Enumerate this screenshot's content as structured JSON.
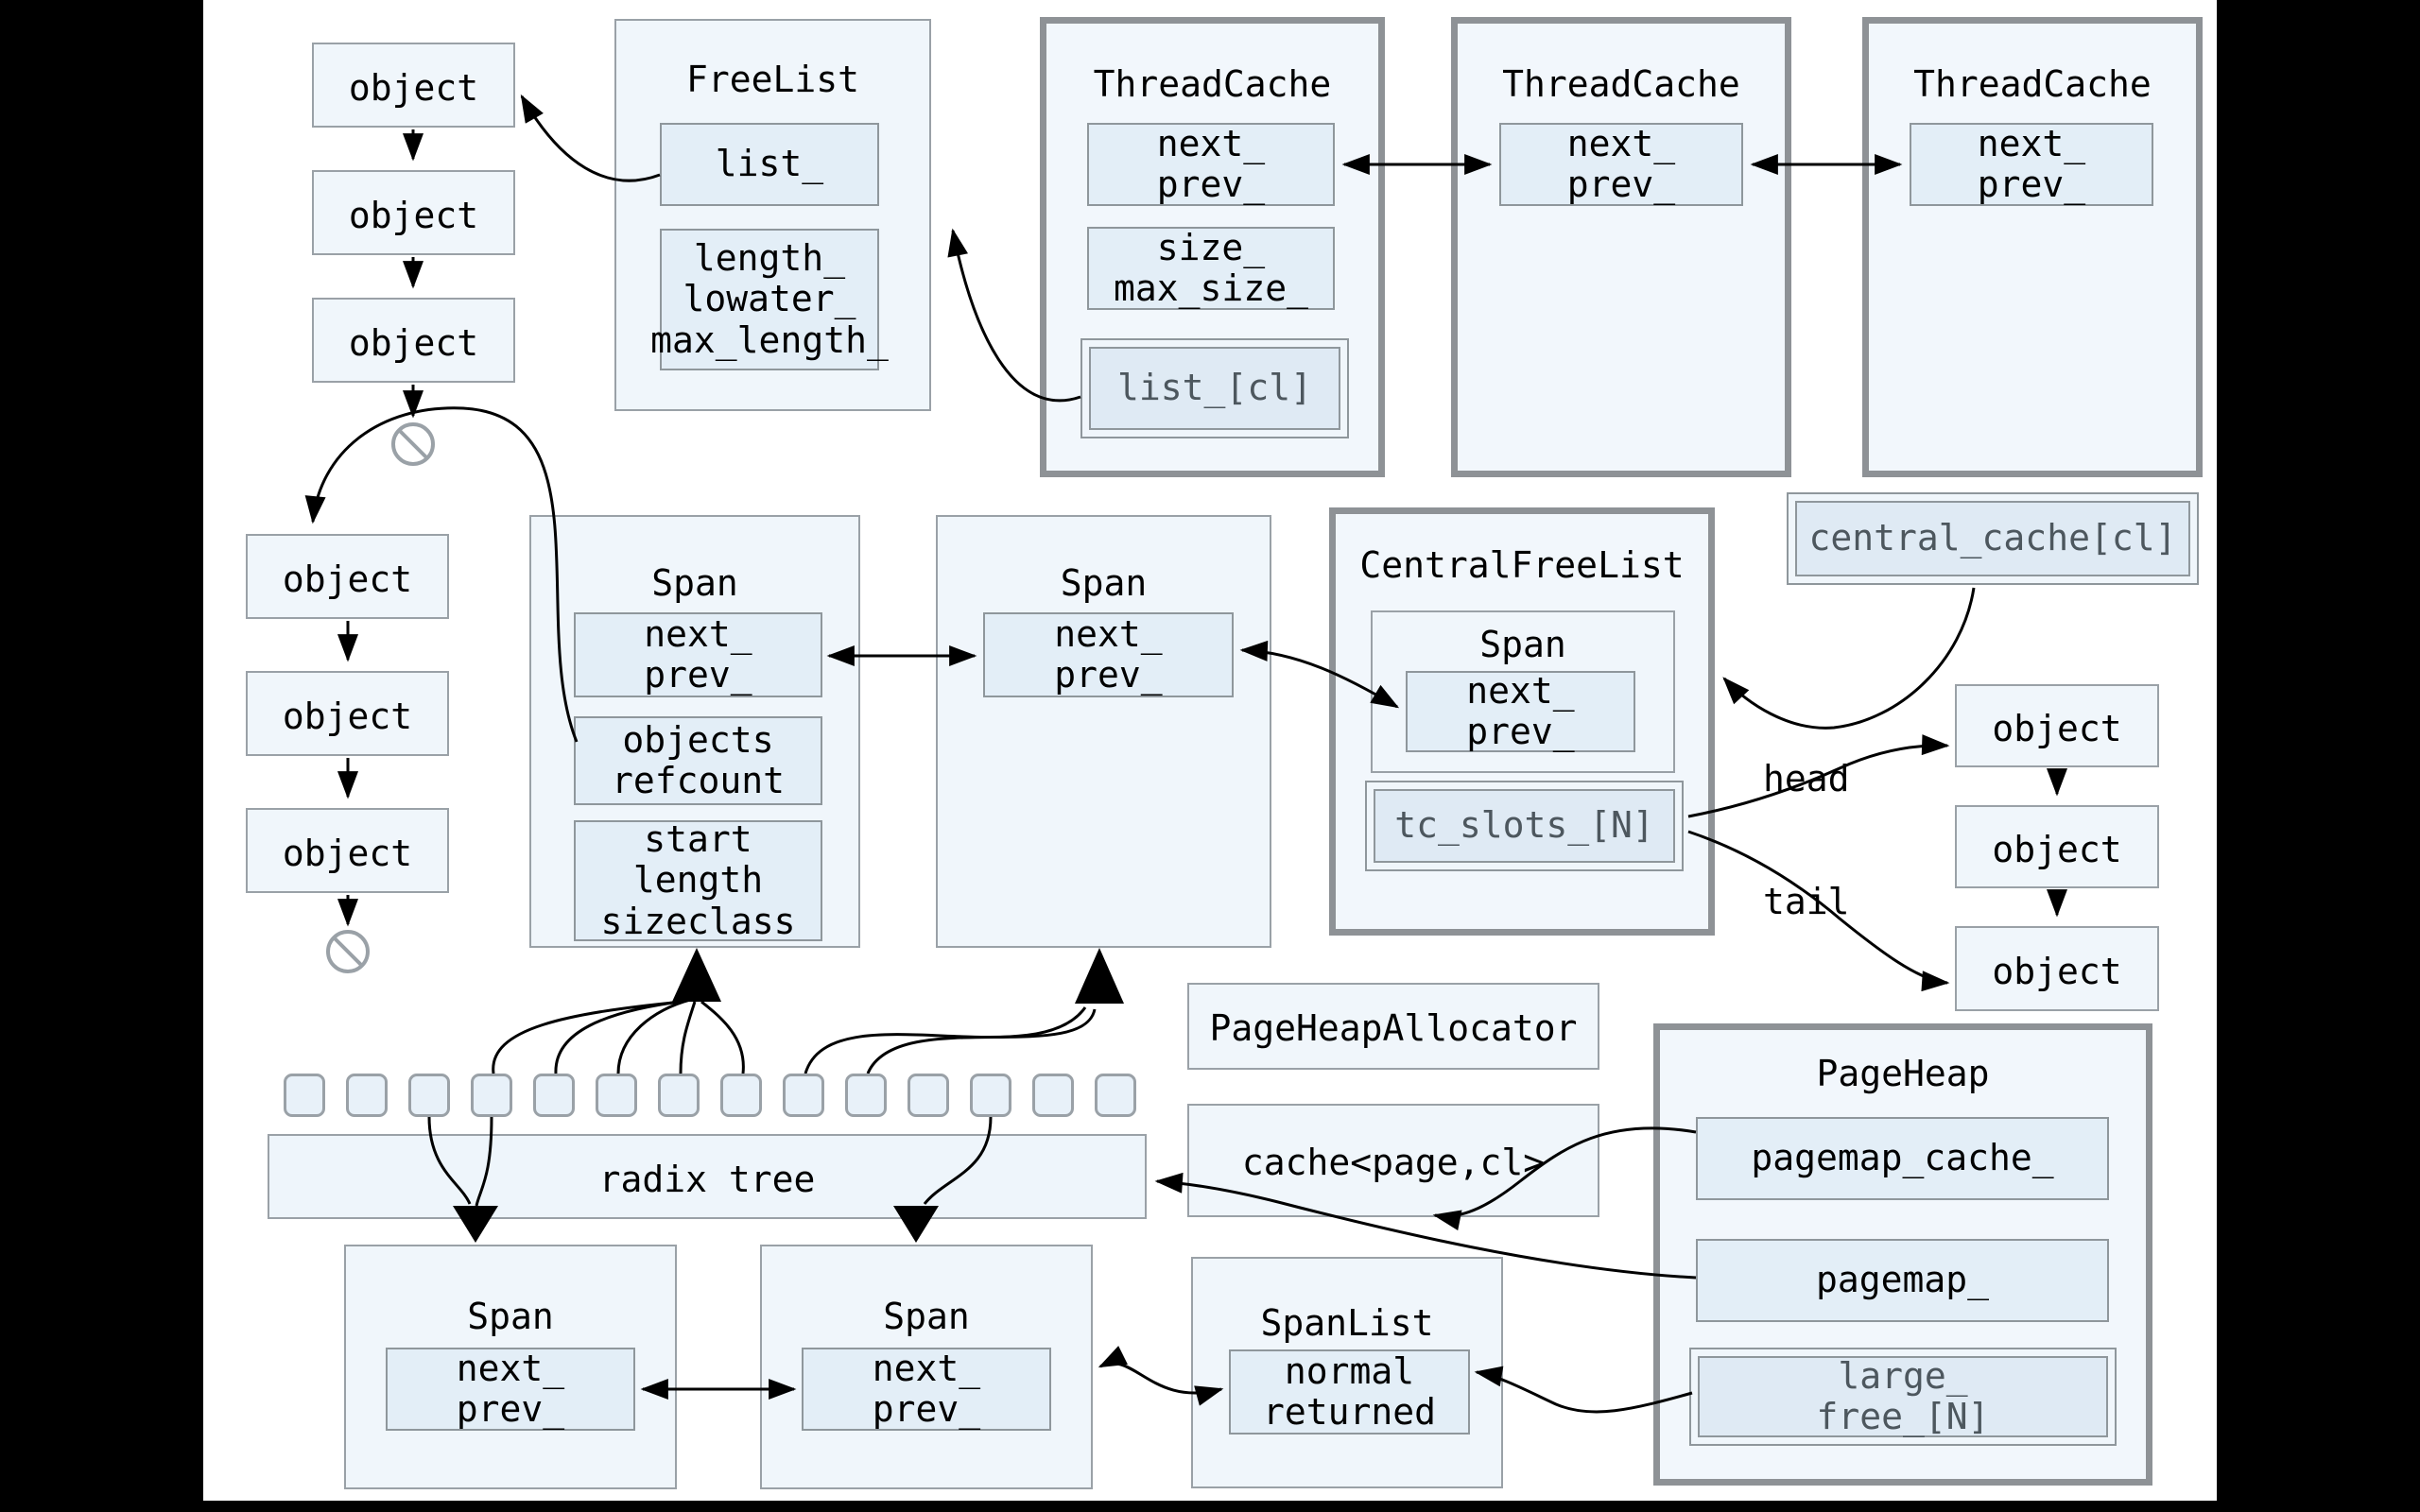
{
  "labels": {
    "object": "object",
    "span": "Span",
    "next_prev": "next_\nprev_",
    "freelist": "FreeList",
    "list": "list_",
    "freelist_stats": "length_\nlowater_\nmax_length_",
    "threadcache": "ThreadCache",
    "size_max_size": "size_\nmax_size_",
    "list_cl": "list_[cl]",
    "central_freelist": "CentralFreeList",
    "tc_slots": "tc_slots_[N]",
    "central_cache": "central_cache[cl]",
    "head": "head",
    "tail": "tail",
    "objects_refcount": "objects\nrefcount",
    "start_length_sizeclass": "start\nlength\nsizeclass",
    "page_heap_allocator": "PageHeapAllocator",
    "cache_page_cl": "cache<page,cl>",
    "span_list": "SpanList",
    "normal_returned": "normal\nreturned",
    "page_heap": "PageHeap",
    "pagemap_cache": "pagemap_cache_",
    "pagemap": "pagemap_",
    "large_free": "large_\nfree_[N]"
  },
  "radix": {
    "label": "radix tree",
    "cells": 14
  },
  "colors": {
    "background": "#000000",
    "canvas": "#ffffff",
    "box_fill": "#f0f6fb",
    "field_fill": "#e3eef7",
    "double_field_fill": "#dfeaf4",
    "border_thin": "#9aa1a7",
    "border_thick": "#8e9296",
    "gray_text": "#4d575e",
    "line": "#000000"
  }
}
